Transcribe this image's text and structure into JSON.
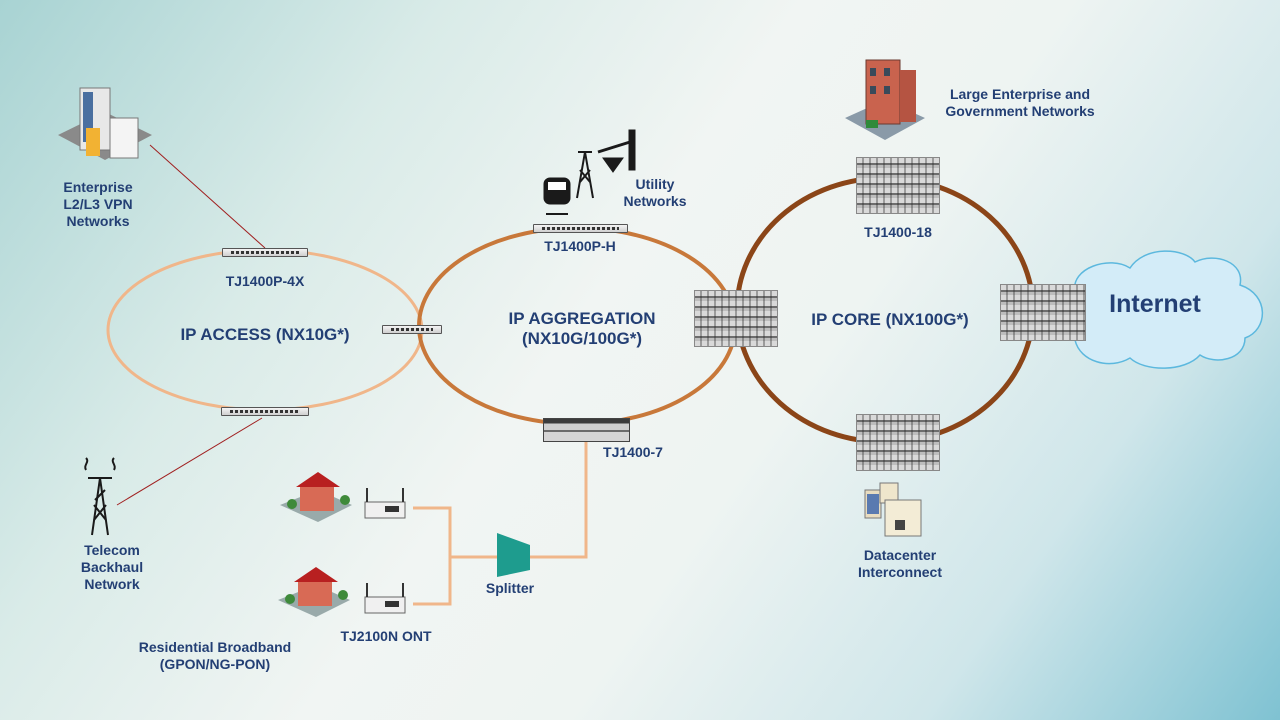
{
  "rings": {
    "access": {
      "label": "IP ACCESS (NX10G*)",
      "color": "#f0b68a"
    },
    "aggregation": {
      "label_line1": "IP AGGREGATION",
      "label_line2": "(NX10G/100G*)",
      "color": "#c8783a"
    },
    "core": {
      "label": "IP CORE (NX100G*)",
      "color": "#8b4518"
    }
  },
  "devices": {
    "tj1400p_4x": "TJ1400P-4X",
    "tj1400p_h": "TJ1400P-H",
    "tj1400_18": "TJ1400-18",
    "tj1400_7": "TJ1400-7",
    "tj2100n_ont": "TJ2100N ONT",
    "splitter": "Splitter"
  },
  "endpoints": {
    "enterprise": [
      "Enterprise",
      "L2/L3 VPN",
      "Networks"
    ],
    "utility": [
      "Utility",
      "Networks"
    ],
    "large_enterprise": [
      "Large Enterprise and",
      "Government Networks"
    ],
    "telecom": [
      "Telecom",
      "Backhaul",
      "Network"
    ],
    "residential": [
      "Residential Broadband",
      "(GPON/NG-PON)"
    ],
    "datacenter": [
      "Datacenter",
      "Interconnect"
    ],
    "internet": "Internet"
  },
  "colors": {
    "text": "#233f74",
    "link_red": "#a02020",
    "fiber": "#f0b68a",
    "cloud": "#cfeaf7"
  }
}
